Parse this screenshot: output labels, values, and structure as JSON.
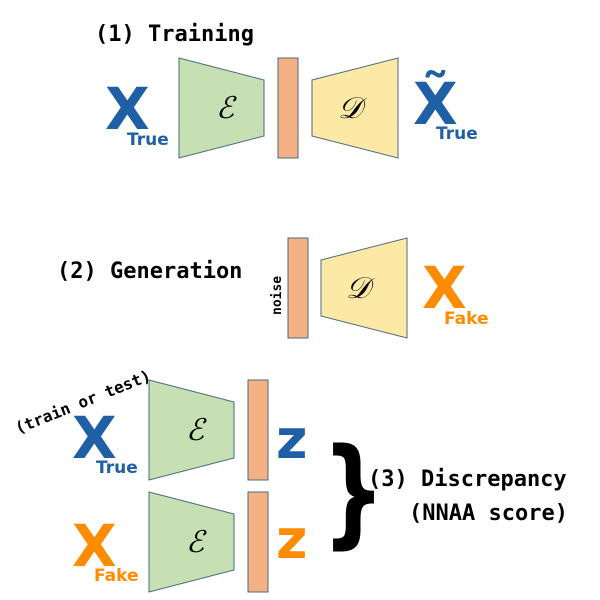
{
  "colors": {
    "true_blue": "#1f5fa6",
    "fake_orange": "#ff8c00",
    "encoder_fill": "#c6e0b4",
    "decoder_fill": "#fde9a6",
    "latent_fill": "#f4b183",
    "shape_stroke": "#4a6a80"
  },
  "headings": {
    "training": "(1) Training",
    "generation": "(2) Generation",
    "discrepancy_line1": "(3) Discrepancy",
    "discrepancy_line2": "(NNAA score)"
  },
  "annotations": {
    "train_or_test": "(train or test)",
    "noise": "noise"
  },
  "symbols": {
    "x": "X",
    "x_tilde": "X̃",
    "z": "z",
    "encoder": "ℰ",
    "decoder": "𝒟",
    "brace": "}",
    "sub_true": "True",
    "sub_fake": "Fake"
  }
}
